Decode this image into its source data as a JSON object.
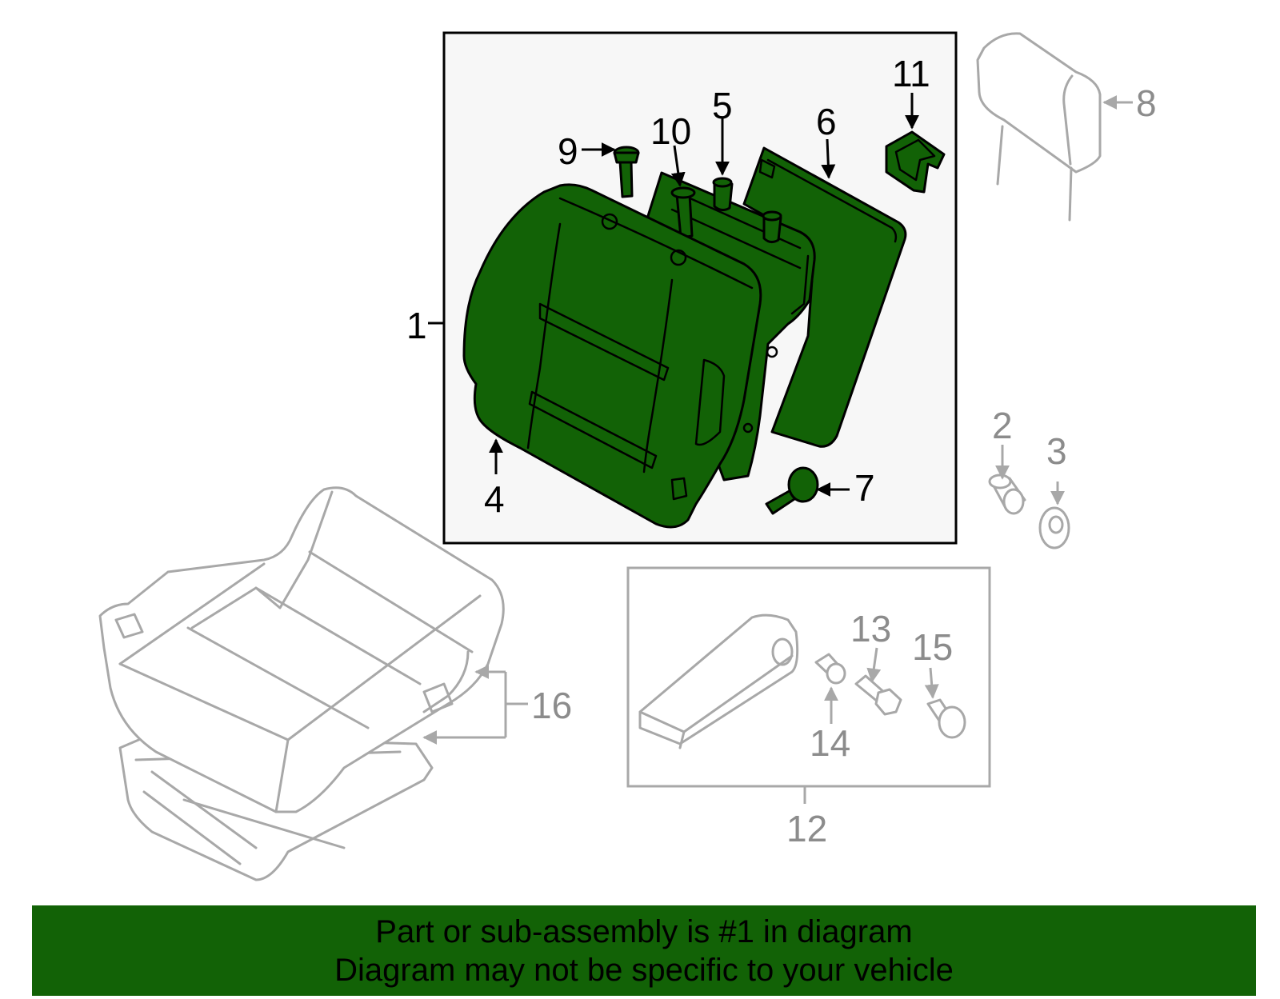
{
  "callouts": {
    "c1": "1",
    "c2": "2",
    "c3": "3",
    "c4": "4",
    "c5": "5",
    "c6": "6",
    "c7": "7",
    "c8": "8",
    "c9": "9",
    "c10": "10",
    "c11": "11",
    "c12": "12",
    "c13": "13",
    "c14": "14",
    "c15": "15",
    "c16": "16"
  },
  "highlighted_part": "1",
  "footer": {
    "line1": "Part or sub-assembly is #1 in diagram",
    "line2": "Diagram may not be specific to your vehicle"
  },
  "colors": {
    "highlight": "#126206",
    "ghost_outline": "#a8a8a8",
    "panel_background": "#f7f7f7"
  }
}
